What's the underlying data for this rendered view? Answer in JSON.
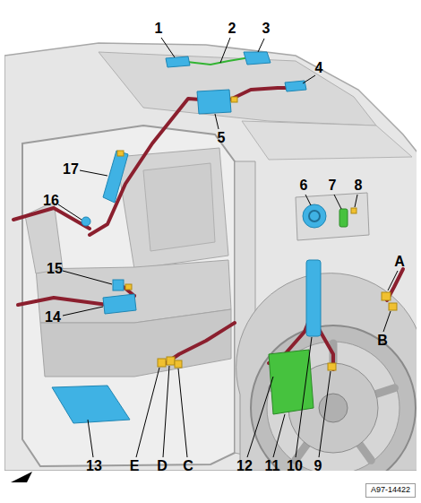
{
  "diagram": {
    "nodes": [
      {
        "text": [
          "A97-14422"
        ]
      }
    ],
    "labels": [
      "1",
      "2",
      "3",
      "4",
      "5",
      "6",
      "7",
      "8",
      "A",
      "B",
      "17",
      "16",
      "15",
      "14",
      "13",
      "E",
      "D",
      "C",
      "12",
      "11",
      "10",
      "9"
    ]
  }
}
